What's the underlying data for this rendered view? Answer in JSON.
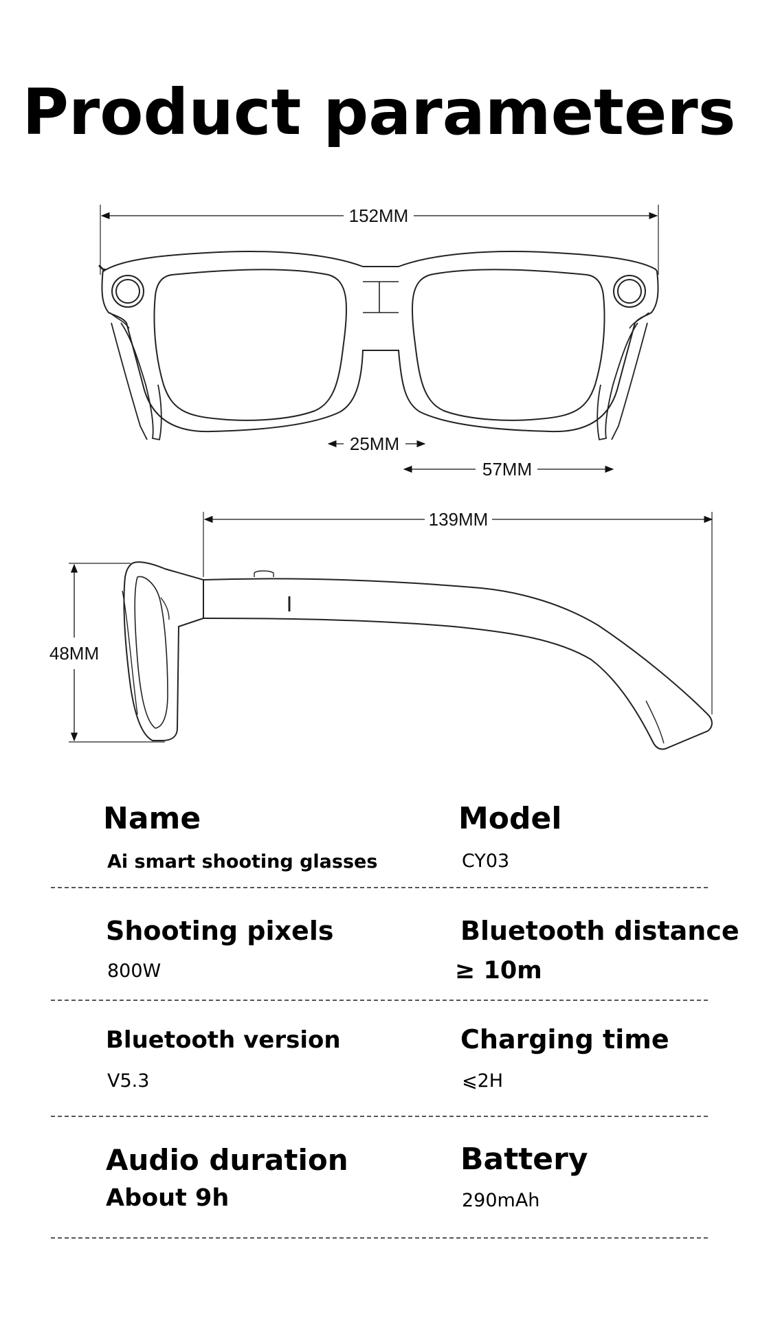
{
  "page": {
    "title": "Product parameters"
  },
  "dimensions": {
    "width": "152MM",
    "bridge": "25MM",
    "lens": "57MM",
    "temple": "139MM",
    "height": "48MM"
  },
  "specs": [
    {
      "label": "Name",
      "value": "Ai smart shooting glasses"
    },
    {
      "label": "Model",
      "value": "CY03"
    },
    {
      "label": "Shooting pixels",
      "value": "800W"
    },
    {
      "label": "Bluetooth distance",
      "value": "≥ 10m"
    },
    {
      "label": "Bluetooth version",
      "value": "V5.3"
    },
    {
      "label": "Charging time",
      "value": "⩽2H"
    },
    {
      "label": "Audio duration",
      "value": "About 9h"
    },
    {
      "label": "Battery",
      "value": "290mAh"
    }
  ]
}
